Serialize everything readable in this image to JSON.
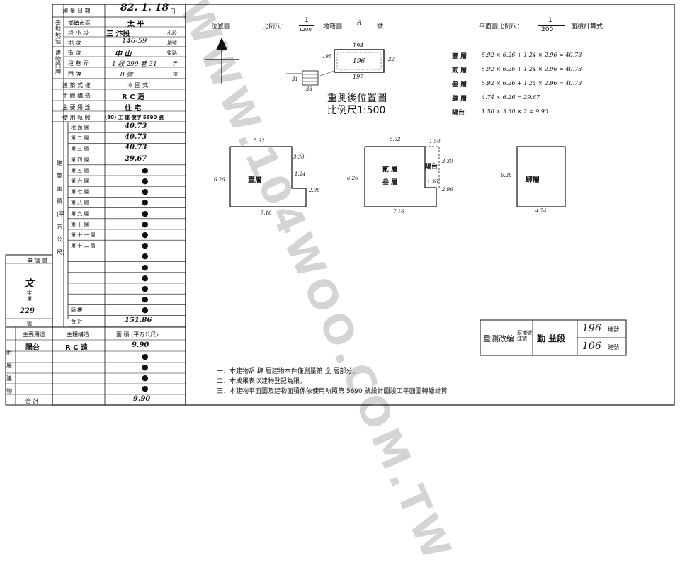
{
  "survey_date": {
    "label": "測 量 日 期",
    "value": "82. 1. 18",
    "unit": "日"
  },
  "site": {
    "group_label": "基地地號",
    "rows": [
      {
        "label": "鄉鎮市區",
        "value": "太 平",
        "suffix": ""
      },
      {
        "label": "段 小 段",
        "value": "三 汴段",
        "suffix": "小段"
      },
      {
        "label": "地 號",
        "value": "146-59",
        "suffix": "地號"
      }
    ]
  },
  "door": {
    "group_label": "建物門牌",
    "rows": [
      {
        "label": "街 號",
        "value": "中 山",
        "suffix": "街路"
      },
      {
        "label": "段 巷 弄",
        "value": "1 段 299 巷 31",
        "suffix": "弄"
      },
      {
        "label": "門 牌",
        "value": "8 號",
        "suffix": "樓"
      }
    ]
  },
  "building_info": [
    {
      "label": "建 築 式 樣",
      "value": "本 國 式"
    },
    {
      "label": "主 體 構 造",
      "value": "R C 造"
    },
    {
      "label": "主 要 用 途",
      "value": "住 宅"
    },
    {
      "label": "使 用 執 照",
      "value": "(80) 工 建 使字 5690 號"
    }
  ],
  "area_group_label": "建築面積(平方公尺)",
  "floors": [
    {
      "label": "地 面 層",
      "value": "40.73"
    },
    {
      "label": "第 二 層",
      "value": "40.73"
    },
    {
      "label": "第 三 層",
      "value": "40.73"
    },
    {
      "label": "第 四 層",
      "value": "29.67"
    },
    {
      "label": "第 五 層",
      "value": "●"
    },
    {
      "label": "第 六 層",
      "value": "●"
    },
    {
      "label": "第 七 層",
      "value": "●"
    },
    {
      "label": "第 八 層",
      "value": "●"
    },
    {
      "label": "第 九 層",
      "value": "●"
    },
    {
      "label": "第 十 層",
      "value": "●"
    },
    {
      "label": "第 十 一 層",
      "value": "●"
    },
    {
      "label": "第 十 二 層",
      "value": "●"
    },
    {
      "label": "",
      "value": "●"
    },
    {
      "label": "",
      "value": "●"
    },
    {
      "label": "",
      "value": "●"
    },
    {
      "label": "",
      "value": "●"
    },
    {
      "label": "",
      "value": "●"
    },
    {
      "label": "騎 樓",
      "value": "●"
    },
    {
      "label": "合 計",
      "value": "151.86"
    }
  ],
  "applicant": {
    "label": "申 請 書",
    "char": "文",
    "word": "字第",
    "number": "229",
    "unit": "號"
  },
  "accessory": {
    "side_label": "附屬建物",
    "headers": [
      "主要用途",
      "主體構造",
      "面 積 (平方公尺)"
    ],
    "rows": [
      {
        "use": "陽台",
        "structure": "R C 造",
        "area": "9.90"
      },
      {
        "use": "",
        "structure": "",
        "area": "●"
      },
      {
        "use": "",
        "structure": "",
        "area": "●"
      },
      {
        "use": "",
        "structure": "",
        "area": "●"
      },
      {
        "use": "",
        "structure": "",
        "area": "●"
      }
    ],
    "total_label": "合 計",
    "total_value": "9.90"
  },
  "right_header": {
    "location_label": "位置圖",
    "scale_label": "比例尺：",
    "scale_num": "1",
    "scale_den": "1200",
    "cadastral_label": "地籍圖",
    "cadastral_no": "8",
    "cadastral_unit": "號",
    "plan_scale_label": "平面圖比例尺：",
    "plan_scale_num": "1",
    "plan_scale_den": "200",
    "area_formula_label": "面積計算式"
  },
  "location_map": {
    "title": "重測後位置圖",
    "scale": "比例尺1:500",
    "parcel": "196",
    "top": "194",
    "bottom": "197",
    "left": "195",
    "right": "22",
    "small_a": "33",
    "small_b": "31"
  },
  "formulas": [
    {
      "floor": "壹 層",
      "expr": "5.92 × 6.26 + 1.24 × 2.96 = 40.73"
    },
    {
      "floor": "貳 層",
      "expr": "5.92 × 6.26 + 1.24 × 2.96 = 40.73"
    },
    {
      "floor": "叁 層",
      "expr": "5.92 × 6.26 + 1.24 × 2.96 = 40.73"
    },
    {
      "floor": "肆 層",
      "expr": "4.74 × 6.26 = 29.67"
    },
    {
      "floor": "陽台",
      "expr": "1.50 × 3.30 × 2 = 9.90"
    }
  ],
  "plans": [
    {
      "name": "壹層",
      "top": "5.92",
      "left": "6.26",
      "bottom": "7.16",
      "step_w": "1.24",
      "step_h": "2.96",
      "note": "3.30"
    },
    {
      "name": "貳層 叁層",
      "name1": "貳 層",
      "name2": "叁 層",
      "balcony": "陽台",
      "top": "5.92",
      "left": "6.26",
      "bottom": "7.16",
      "bal_w": "1.50",
      "bal_h": "3.30",
      "step_w": "1.36",
      "step_h": "2.96"
    },
    {
      "name": "肆層",
      "left": "6.26",
      "bottom": "4.74"
    }
  ],
  "stamp": {
    "line1": "重測改編",
    "small": "原地號 建號",
    "district": "勤 益段",
    "land_no": "196",
    "land_unit": "地號",
    "build_no": "106",
    "build_unit": "建號"
  },
  "notes": [
    "一、本建物系 肆 層建物本件僅測量第 全 層部分。",
    "二、本成果表以建物登記為限。",
    "三、本建物平面圖及建物面積係依使用執照第 5690 號設計圖竣工平面圖轉繪計算"
  ],
  "watermark": "WWW.104WOO.COM.TW"
}
